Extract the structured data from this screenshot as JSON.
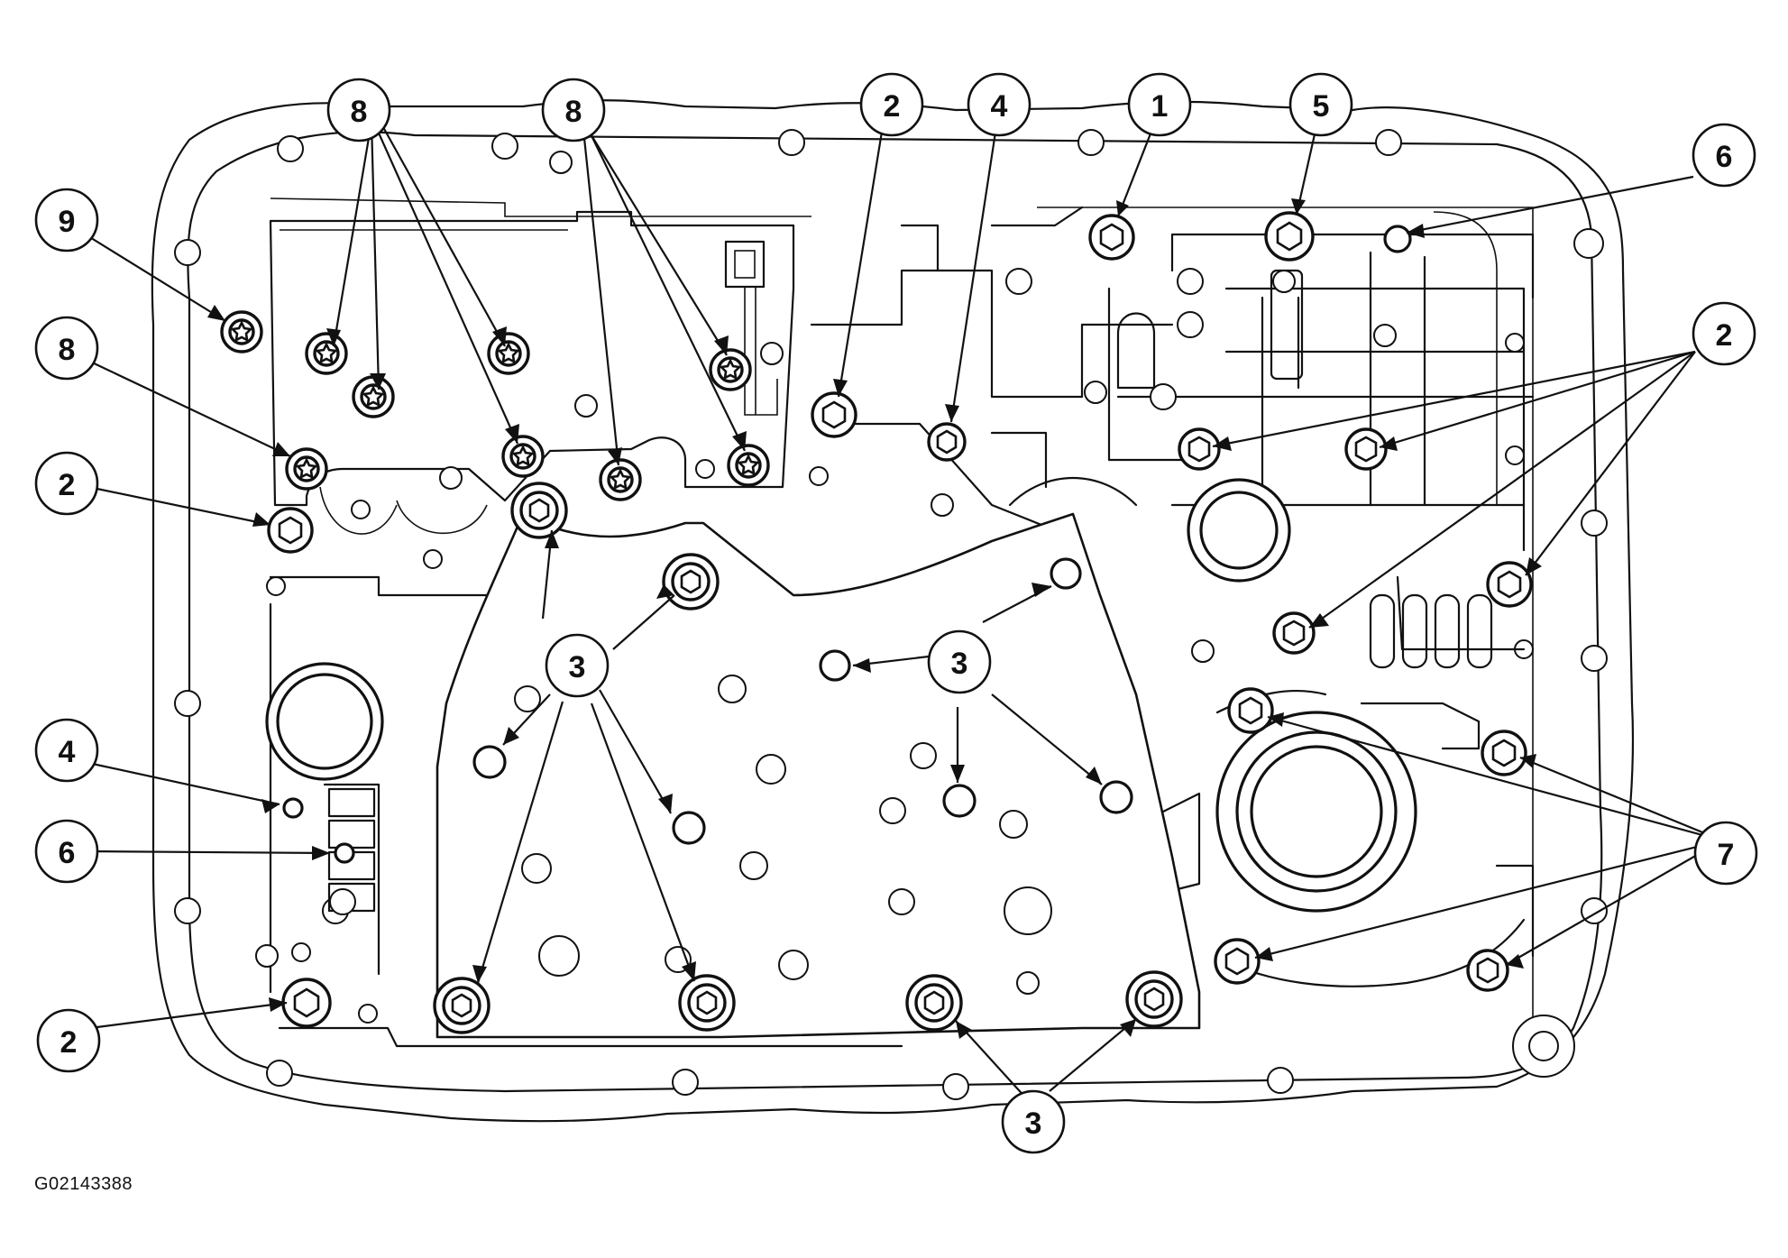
{
  "figure_id": "G02143388",
  "callouts": [
    {
      "id": "c8a",
      "label": "8"
    },
    {
      "id": "c8b",
      "label": "8"
    },
    {
      "id": "c2a",
      "label": "2"
    },
    {
      "id": "c4a",
      "label": "4"
    },
    {
      "id": "c1",
      "label": "1"
    },
    {
      "id": "c5",
      "label": "5"
    },
    {
      "id": "c6a",
      "label": "6"
    },
    {
      "id": "c9",
      "label": "9"
    },
    {
      "id": "c8c",
      "label": "8"
    },
    {
      "id": "c2b",
      "label": "2"
    },
    {
      "id": "c2c",
      "label": "2"
    },
    {
      "id": "c3a",
      "label": "3"
    },
    {
      "id": "c3b",
      "label": "3"
    },
    {
      "id": "c4b",
      "label": "4"
    },
    {
      "id": "c6b",
      "label": "6"
    },
    {
      "id": "c7",
      "label": "7"
    },
    {
      "id": "c2d",
      "label": "2"
    },
    {
      "id": "c3c",
      "label": "3"
    }
  ]
}
